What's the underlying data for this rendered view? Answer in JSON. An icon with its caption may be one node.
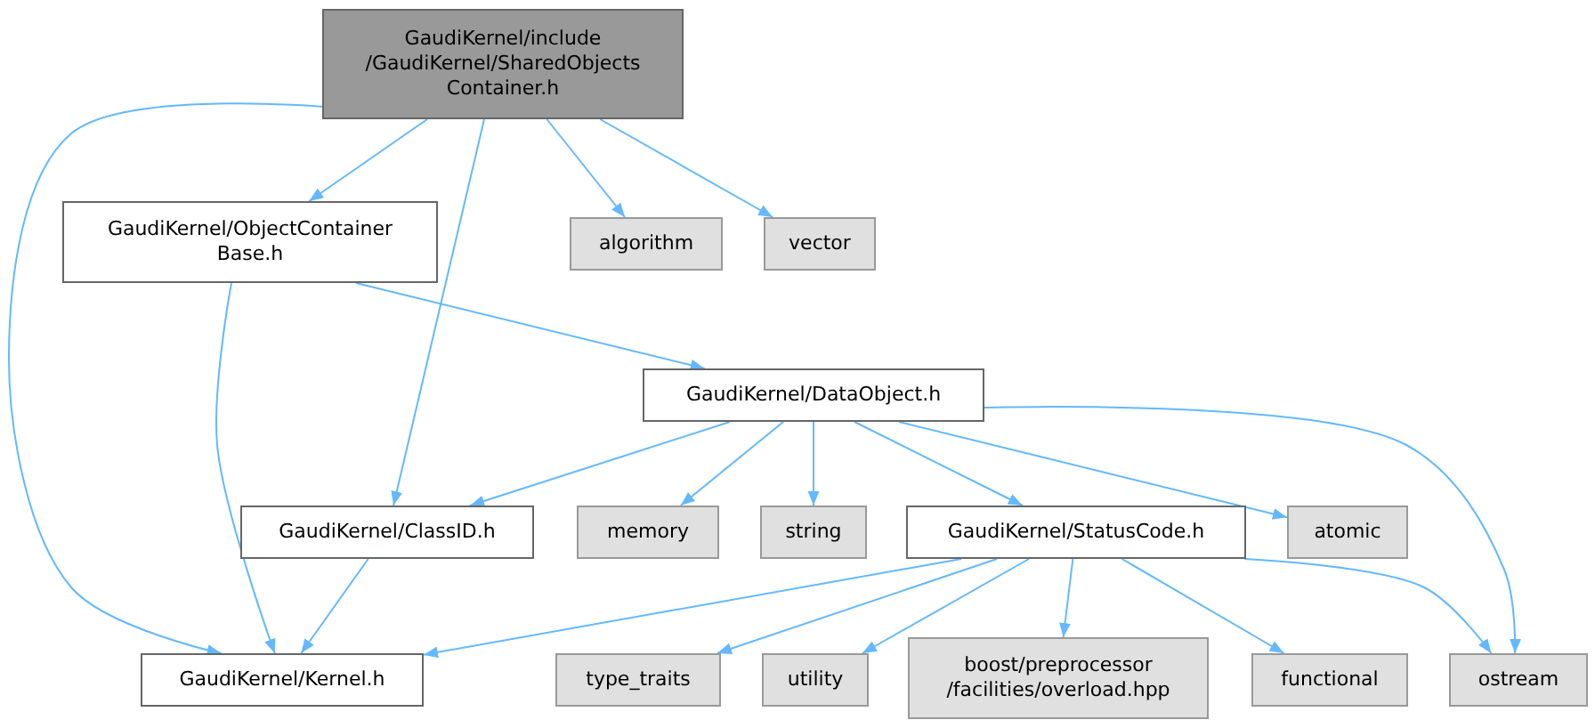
{
  "diagram": {
    "nodes": [
      {
        "text": [
          "GaudiKernel/include /GaudiKernel/SharedObjects Container.h"
        ]
      },
      {
        "text": [
          "GaudiKernel/ObjectContainer Base.h"
        ]
      },
      {
        "text": [
          "algorithm"
        ]
      },
      {
        "text": [
          "vector"
        ]
      },
      {
        "text": [
          "GaudiKernel/DataObject.h"
        ]
      },
      {
        "text": [
          "GaudiKernel/ClassID.h"
        ]
      },
      {
        "text": [
          "memory"
        ]
      },
      {
        "text": [
          "string"
        ]
      },
      {
        "text": [
          "GaudiKernel/StatusCode.h"
        ]
      },
      {
        "text": [
          "atomic"
        ]
      },
      {
        "text": [
          "GaudiKernel/Kernel.h"
        ]
      },
      {
        "text": [
          "type_traits"
        ]
      },
      {
        "text": [
          "utility"
        ]
      },
      {
        "text": [
          "boost/preprocessor /facilities/overload.hpp"
        ]
      },
      {
        "text": [
          "functional"
        ]
      },
      {
        "text": [
          "ostream"
        ]
      }
    ],
    "edges": [
      {
        "from": 0,
        "to": 10,
        "arrow": "to"
      },
      {
        "from": 0,
        "to": 1,
        "arrow": "to"
      },
      {
        "from": 0,
        "to": 5,
        "arrow": "to"
      },
      {
        "from": 0,
        "to": 2,
        "arrow": "to"
      },
      {
        "from": 0,
        "to": 3,
        "arrow": "to"
      },
      {
        "from": 1,
        "to": 10,
        "arrow": "to"
      },
      {
        "from": 1,
        "to": 4,
        "arrow": "to"
      },
      {
        "from": 4,
        "to": 5,
        "arrow": "to"
      },
      {
        "from": 4,
        "to": 6,
        "arrow": "to"
      },
      {
        "from": 4,
        "to": 7,
        "arrow": "to"
      },
      {
        "from": 4,
        "to": 8,
        "arrow": "to"
      },
      {
        "from": 4,
        "to": 9,
        "arrow": "to"
      },
      {
        "from": 4,
        "to": 15,
        "arrow": "to"
      },
      {
        "from": 5,
        "to": 10,
        "arrow": "to"
      },
      {
        "from": 8,
        "to": 10,
        "arrow": "to"
      },
      {
        "from": 8,
        "to": 11,
        "arrow": "to"
      },
      {
        "from": 8,
        "to": 12,
        "arrow": "to"
      },
      {
        "from": 8,
        "to": 13,
        "arrow": "to"
      },
      {
        "from": 8,
        "to": 14,
        "arrow": "to"
      },
      {
        "from": 8,
        "to": 15,
        "arrow": "to"
      }
    ]
  }
}
